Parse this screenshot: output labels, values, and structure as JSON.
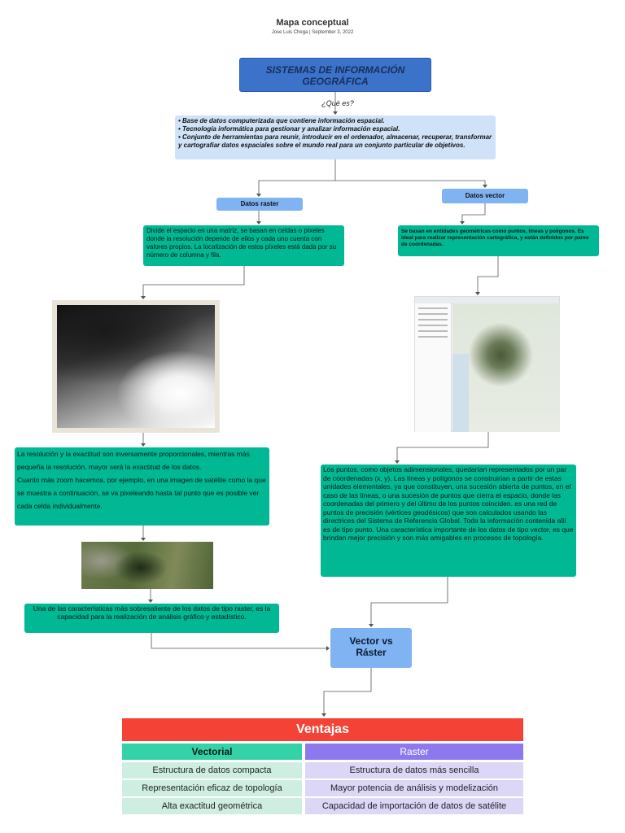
{
  "header": {
    "title": "Mapa conceptual",
    "subtitle": "Jose Luis Chega |  September 3, 2022"
  },
  "root": {
    "line1": "SISTEMAS DE INFORMACIÓN",
    "line2": "GEOGRÁFICA"
  },
  "question": "¿Qué es?",
  "definition": {
    "items": [
      "• Base de datos computerizada que contiene información espacial.",
      "• Tecnología informática para gestionar y analizar información espacial.",
      "• Conjunto de herramientas para reunir, introducir en el ordenador, almacenar, recuperar, transformar y cartografiar datos espaciales sobre el mundo real para un conjunto particular de objetivos."
    ]
  },
  "raster": {
    "label": "Datos raster",
    "definition": "Divide el espacio en una matriz, se basan en celdas o píxeles donde la resolución depende de ellos y cada uno cuenta con valores propios. La localización de estos píxeles está dada por su número de columna y fila.",
    "resolution_p1": "La resolución y la exactitud son inversamente proporcionales, mientras más pequeña la resolución, mayor será la exactitud de los datos.",
    "resolution_p2": "Cuanto más zoom hacemos, por ejemplo, en una imagen de satélite como la que se muestra a continuación, se va pixeleando hasta tal punto que es posible ver cada celda individualmente.",
    "analysis": "Una de las características más sobresaliente de los datos de tipo raster, es la capacidad para la realización de análisis gráfico y estadístico."
  },
  "vector": {
    "label": "Datos vector",
    "definition": "Se basan en entidades geométricas como puntos, líneas y polígonos. Es ideal para realizar representación cartográfica, y están definidos por pares de coordenadas.",
    "description": "Los puntos, como objetos adimensionales, quedarían representados por un par de coordenadas (x, y). Las líneas y polígonos se construirían a partir de estas unidades elementales, ya que constituyen, una sucesión abierta de puntos, en el caso de las líneas, o una sucesión de puntos que cierra el espacio, donde las coordenadas del primero y del último de los puntos coinciden. es una red de puntos de precisión (vértices geodésicos) que son calculados usando las directrices del Sistema de Referencia Global. Toda la información contenida allí es de tipo punto. Una característica importante de los datos de tipo vector, es que brindan mejor precisión y son más amigables en procesos de topología."
  },
  "comparison": {
    "line1": "Vector vs",
    "line2": "Ráster"
  },
  "advantages": {
    "title": "Ventajas",
    "vectorial_header": "Vectorial",
    "raster_header": "Raster",
    "vectorial": [
      "Estructura de datos compacta",
      "Representación eficaz de topología",
      "Alta exactitud geométrica"
    ],
    "raster": [
      "Estructura de datos más sencilla",
      "Mayor potencia de análisis y modelización",
      "Capacidad de importación de datos de satélite"
    ]
  },
  "colors": {
    "root_blue": "#3a73c9",
    "label_blue": "#7fb3f2",
    "definition_bg": "#cfe2f7",
    "teal": "#00b894",
    "ventajas_red": "#f44336",
    "vectorial_green": "#33d3a7",
    "raster_purple": "#8e78f0"
  }
}
